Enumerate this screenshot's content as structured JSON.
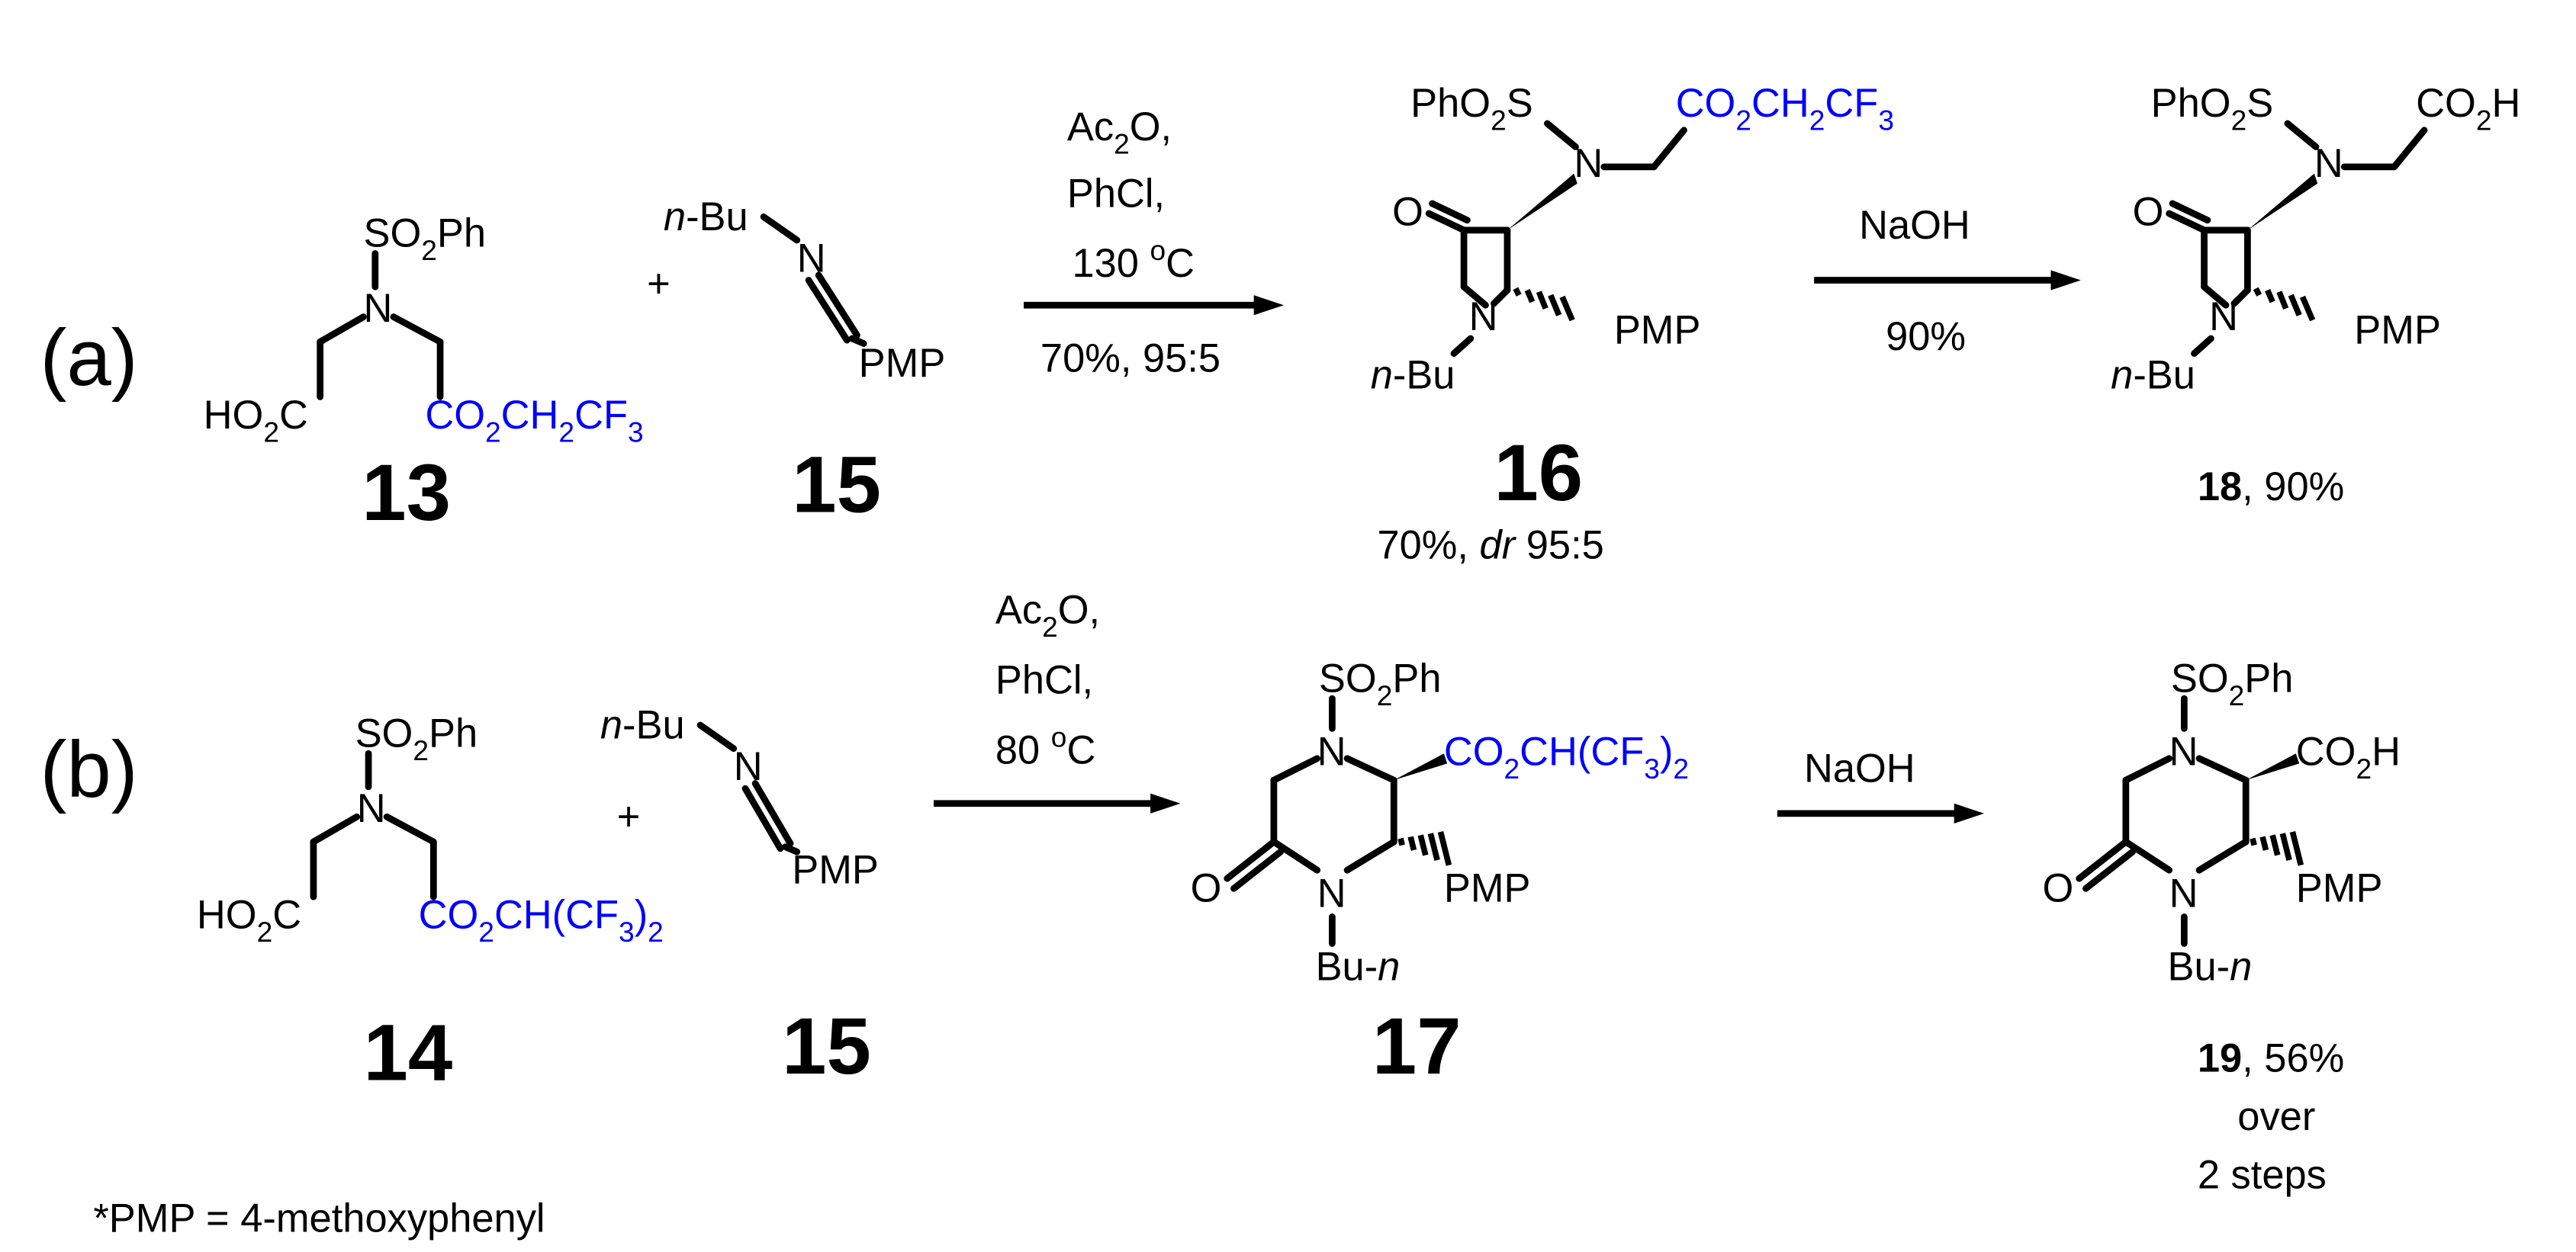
{
  "rows": {
    "a_label": "(a)",
    "b_label": "(b)"
  },
  "plus_sign": "+",
  "compounds": {
    "c13": {
      "number": "13",
      "sulfonyl": "SO2Ph",
      "acid": "HO2C",
      "ester": "CO2CH2CF3"
    },
    "c15a": {
      "number": "15",
      "nbu": "n-Bu",
      "pmp": "PMP"
    },
    "c16": {
      "number": "16",
      "sulfonyl": "PhO2S",
      "ester": "CO2CH2CF3",
      "nbu": "n-Bu",
      "pmp": "PMP",
      "yield_text": "70%, dr 95:5"
    },
    "c18": {
      "number": "18",
      "sulfonyl": "PhO2S",
      "acid": "CO2H",
      "nbu": "n-Bu",
      "pmp": "PMP",
      "yield_text": ", 90%"
    },
    "c14": {
      "number": "14",
      "sulfonyl": "SO2Ph",
      "acid": "HO2C",
      "ester": "CO2CH(CF3)2"
    },
    "c15b": {
      "number": "15",
      "nbu": "n-Bu",
      "pmp": "PMP"
    },
    "c17": {
      "number": "17",
      "sulfonyl": "SO2Ph",
      "ester": "CO2CH(CF3)2",
      "bun": "Bu-n",
      "pmp": "PMP"
    },
    "c19": {
      "number": "19",
      "sulfonyl": "SO2Ph",
      "acid": "CO2H",
      "bun": "Bu-n",
      "pmp": "PMP",
      "yield_lines": [
        ", 56%",
        "over",
        "2 steps"
      ]
    }
  },
  "atoms": {
    "N": "N",
    "O": "O"
  },
  "conditions": {
    "a1": {
      "reagent": "Ac2O,",
      "solvent": "PhCl,",
      "temp": "130 oC",
      "result": "70%, 95:5"
    },
    "a2": {
      "reagent": "NaOH",
      "result": "90%"
    },
    "b1": {
      "reagent": "Ac2O,",
      "solvent": "PhCl,",
      "temp": "80 oC"
    },
    "b2": {
      "reagent": "NaOH"
    }
  },
  "footnote": "*PMP = 4-methoxyphenyl",
  "colors": {
    "highlight": "#0000ff",
    "ink": "#000000"
  }
}
